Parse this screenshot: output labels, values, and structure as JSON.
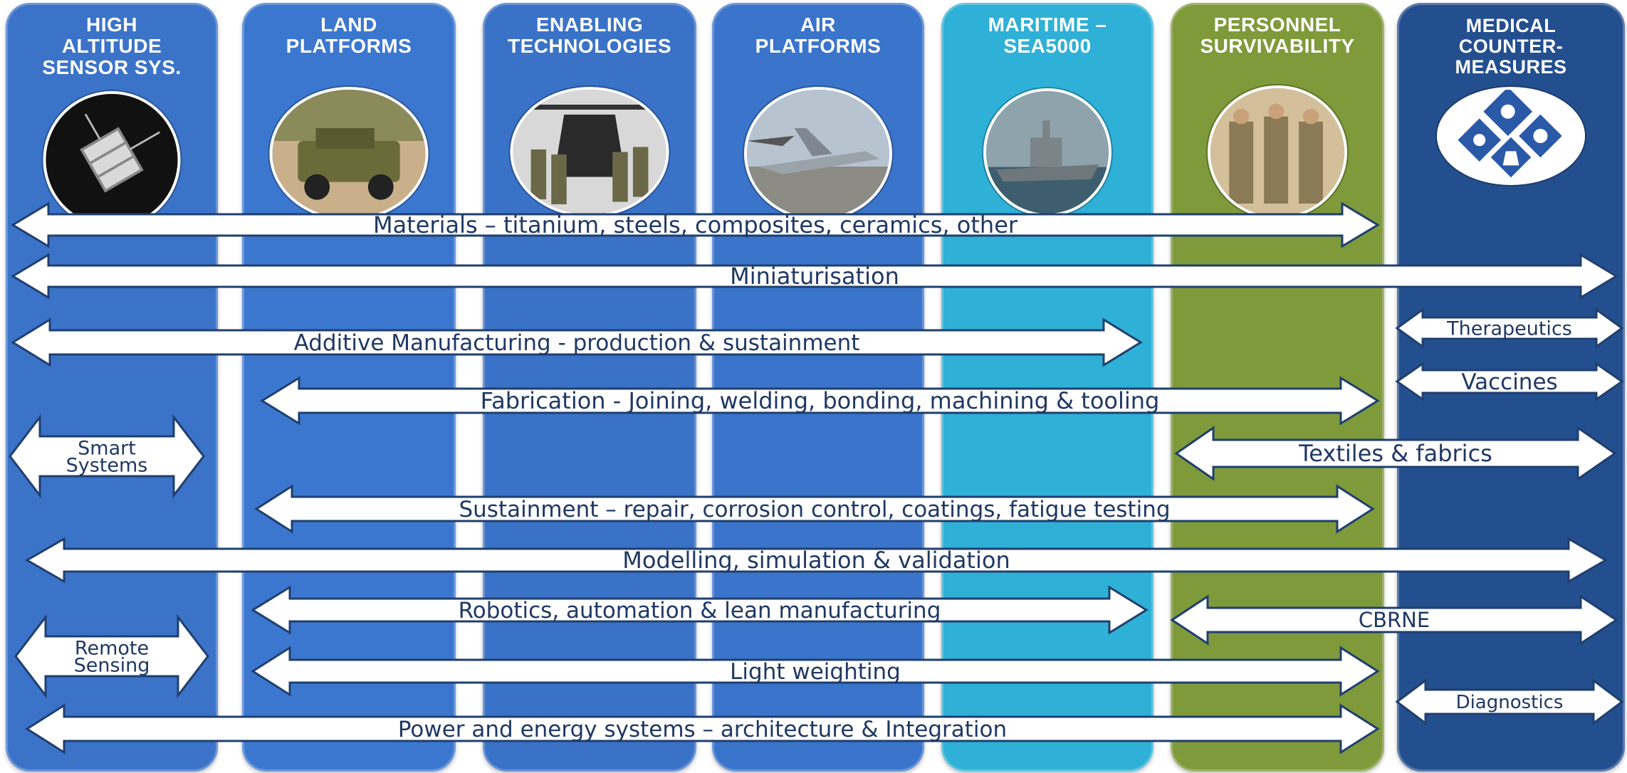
{
  "columns": [
    {
      "title": "HIGH\nALTITUDE\nSENSOR SYS.",
      "image": "satellite-image",
      "color": "#3b73c8"
    },
    {
      "title": "LAND\nPLATFORMS",
      "image": "military-vehicle-image",
      "color": "#3c77cf"
    },
    {
      "title": "ENABLING\nTECHNOLOGIES",
      "image": "soldiers-helicopter-image",
      "color": "#3a72c7"
    },
    {
      "title": "AIR\nPLATFORMS",
      "image": "aircraft-image",
      "color": "#3a74cb"
    },
    {
      "title": "MARITIME –\nSEA5000",
      "image": "warship-image",
      "color": "#2fb0d6"
    },
    {
      "title": "PERSONNEL\nSURVIVABILITY",
      "image": "soldiers-walking-image",
      "color": "#7f9a3a"
    },
    {
      "title": "MEDICAL\nCOUNTER-\nMEASURES",
      "image": "hazard-symbols-image",
      "color": "#244f8f"
    }
  ],
  "arrows": [
    {
      "label": "Materials – titanium, steels, composites, ceramics, other"
    },
    {
      "label": "Miniaturisation"
    },
    {
      "label": "Additive Manufacturing - production & sustainment"
    },
    {
      "label": "Therapeutics"
    },
    {
      "label": "Fabrication - Joining, welding, bonding, machining & tooling"
    },
    {
      "label": "Vaccines"
    },
    {
      "label": "Smart\nSystems"
    },
    {
      "label": "Textiles & fabrics"
    },
    {
      "label": "Sustainment – repair, corrosion control, coatings, fatigue testing"
    },
    {
      "label": "Modelling, simulation & validation"
    },
    {
      "label": "Robotics, automation & lean manufacturing"
    },
    {
      "label": "CBRNE"
    },
    {
      "label": "Remote\nSensing"
    },
    {
      "label": "Light weighting"
    },
    {
      "label": "Diagnostics"
    },
    {
      "label": "Power and energy systems – architecture & Integration"
    }
  ]
}
